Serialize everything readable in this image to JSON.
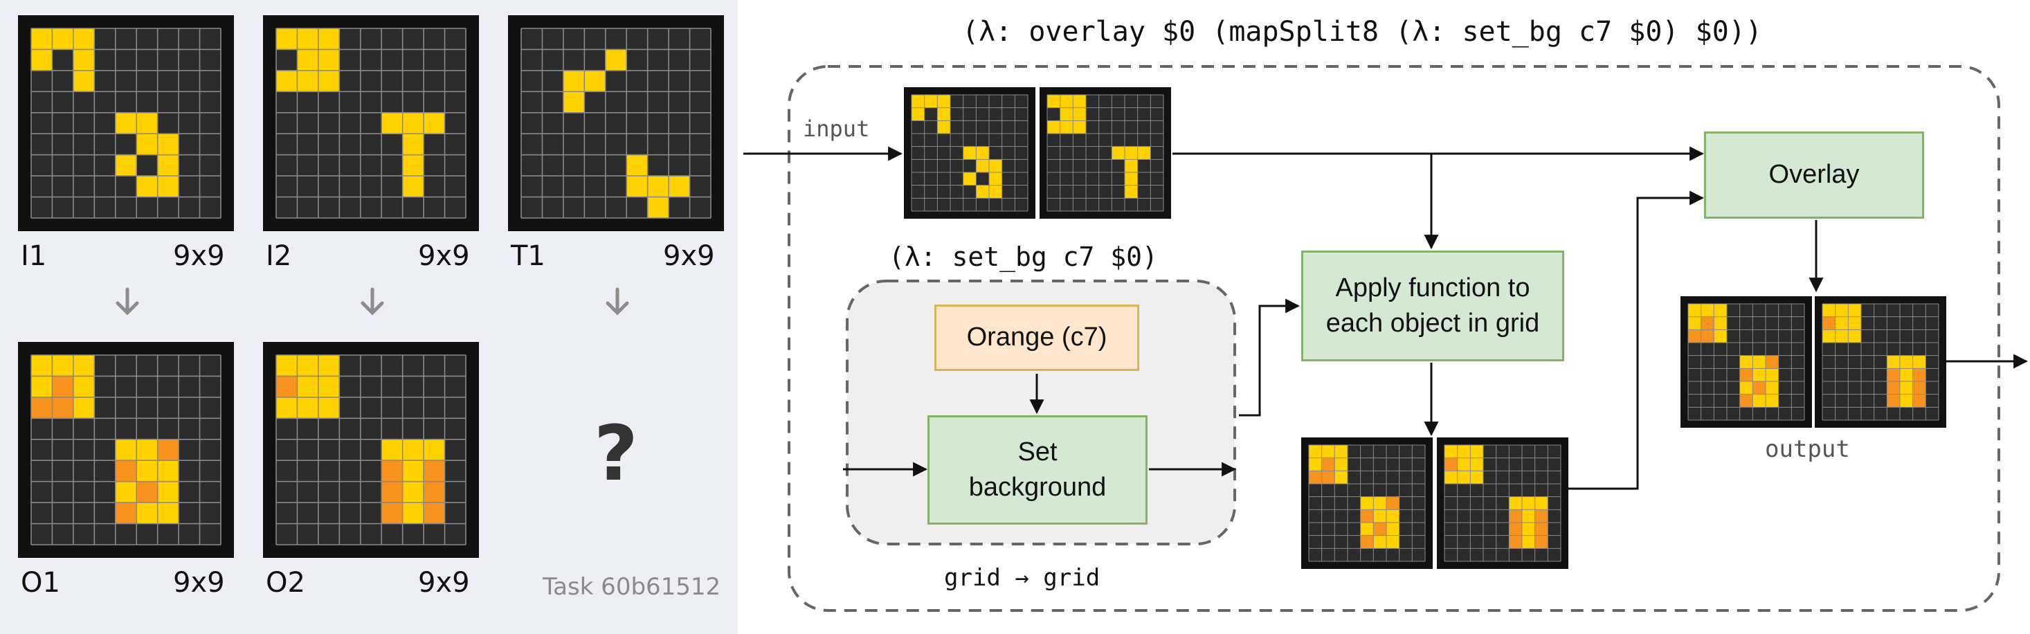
{
  "colors": {
    "cell_bg": "#2b2b2b",
    "grid_line": "#8a8a8a",
    "yellow": "#ffd200",
    "orange": "#f7931e",
    "arrow_gray": "#8c8c8c",
    "panel_bg": "#eeeff6"
  },
  "left_panel": {
    "examples": [
      {
        "name": "I1",
        "size": "9x9"
      },
      {
        "name": "I2",
        "size": "9x9"
      },
      {
        "name": "T1",
        "size": "9x9"
      },
      {
        "name": "O1",
        "size": "9x9"
      },
      {
        "name": "O2",
        "size": "9x9"
      }
    ],
    "unknown_output": "?",
    "task_label": "Task 60b61512",
    "grids": {
      "I1": [
        [
          0,
          0
        ],
        [
          0,
          1
        ],
        [
          0,
          2
        ],
        [
          1,
          0
        ],
        [
          1,
          2
        ],
        [
          2,
          2
        ],
        [
          4,
          4
        ],
        [
          4,
          5
        ],
        [
          5,
          5
        ],
        [
          5,
          6
        ],
        [
          6,
          4
        ],
        [
          6,
          6
        ],
        [
          7,
          5
        ],
        [
          7,
          6
        ]
      ],
      "I2": [
        [
          0,
          0
        ],
        [
          0,
          1
        ],
        [
          0,
          2
        ],
        [
          1,
          1
        ],
        [
          1,
          2
        ],
        [
          2,
          0
        ],
        [
          2,
          1
        ],
        [
          2,
          2
        ],
        [
          4,
          5
        ],
        [
          4,
          6
        ],
        [
          4,
          7
        ],
        [
          5,
          6
        ],
        [
          6,
          6
        ],
        [
          7,
          6
        ]
      ],
      "T1": [
        [
          1,
          4
        ],
        [
          2,
          2
        ],
        [
          2,
          3
        ],
        [
          3,
          2
        ],
        [
          6,
          5
        ],
        [
          7,
          5
        ],
        [
          7,
          6
        ],
        [
          7,
          7
        ],
        [
          8,
          6
        ]
      ],
      "O1_yellow": [
        [
          0,
          0
        ],
        [
          0,
          1
        ],
        [
          0,
          2
        ],
        [
          1,
          0
        ],
        [
          1,
          2
        ],
        [
          2,
          2
        ],
        [
          4,
          4
        ],
        [
          4,
          5
        ],
        [
          5,
          5
        ],
        [
          5,
          6
        ],
        [
          6,
          4
        ],
        [
          6,
          6
        ],
        [
          7,
          5
        ],
        [
          7,
          6
        ]
      ],
      "O1_orange": [
        [
          1,
          1
        ],
        [
          2,
          0
        ],
        [
          2,
          1
        ],
        [
          4,
          6
        ],
        [
          5,
          4
        ],
        [
          6,
          5
        ],
        [
          7,
          4
        ]
      ],
      "O2_yellow": [
        [
          0,
          0
        ],
        [
          0,
          1
        ],
        [
          0,
          2
        ],
        [
          1,
          1
        ],
        [
          1,
          2
        ],
        [
          2,
          0
        ],
        [
          2,
          1
        ],
        [
          2,
          2
        ],
        [
          4,
          5
        ],
        [
          4,
          6
        ],
        [
          4,
          7
        ],
        [
          5,
          6
        ],
        [
          6,
          6
        ],
        [
          7,
          6
        ]
      ],
      "O2_orange": [
        [
          1,
          0
        ],
        [
          5,
          5
        ],
        [
          5,
          7
        ],
        [
          6,
          5
        ],
        [
          6,
          7
        ],
        [
          7,
          5
        ],
        [
          7,
          7
        ]
      ]
    }
  },
  "diagram": {
    "outer_program": "(λ: overlay $0 (mapSplit8 (λ: set_bg c7 $0) $0))",
    "inner_program": "(λ: set_bg c7 $0)",
    "input_label": "input",
    "output_label": "output",
    "type_signature": "grid → grid",
    "nodes": {
      "orange_c7": "Orange (c7)",
      "set_background": "Set\nbackground",
      "apply_function": "Apply function to\neach object in grid",
      "overlay": "Overlay"
    }
  }
}
